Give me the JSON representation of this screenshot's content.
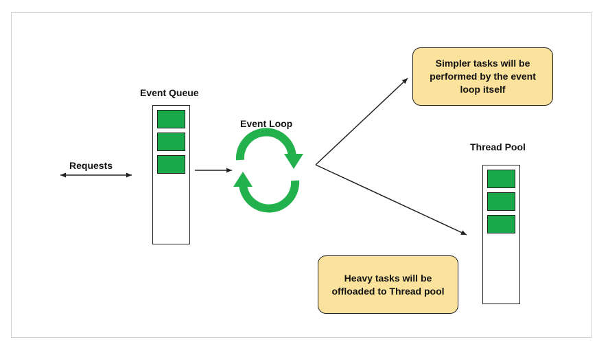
{
  "labels": {
    "requests": "Requests",
    "event_queue": "Event Queue",
    "event_loop": "Event Loop",
    "thread_pool": "Thread Pool"
  },
  "notes": {
    "simple": "Simpler tasks will be performed by the event loop itself",
    "heavy": "Heavy tasks will be offloaded to Thread pool"
  },
  "event_queue_items": 3,
  "thread_pool_items": 3,
  "colors": {
    "accent_green": "#19a84a",
    "loop_green": "#22b14c",
    "note_fill": "#fbe39d",
    "stroke": "#222222"
  }
}
